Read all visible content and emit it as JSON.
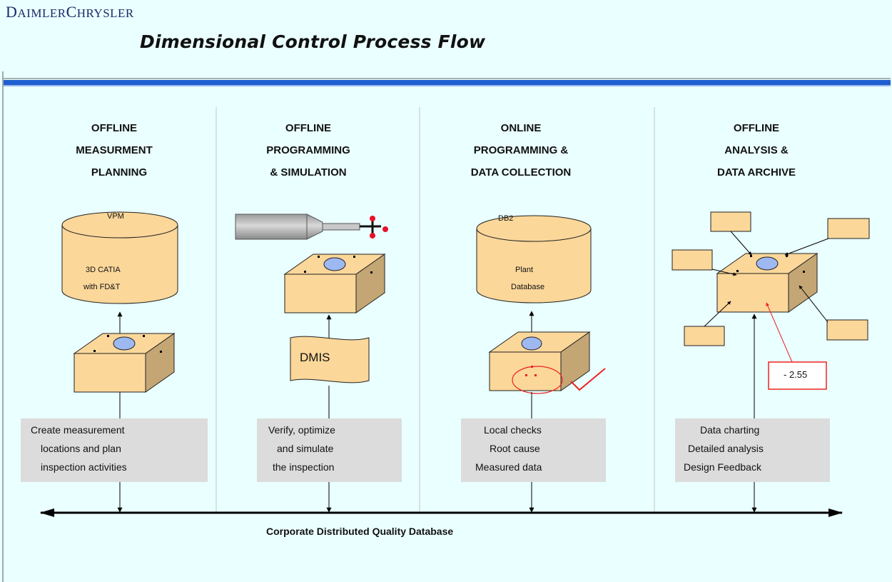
{
  "brand": {
    "first_cap": "D",
    "first_rest": "AIMLER",
    "second_cap": "C",
    "second_rest": "HRYSLER"
  },
  "title": "Dimensional Control Process Flow",
  "columns": [
    {
      "heading": [
        "OFFLINE",
        "MEASURMENT",
        "PLANNING"
      ],
      "db_top": "VPM",
      "db_body": [
        "3D CATIA",
        "with FD&T"
      ],
      "description": [
        "Create measurement",
        "locations and plan",
        "inspection activities"
      ]
    },
    {
      "heading": [
        "OFFLINE",
        "PROGRAMMING",
        "& SIMULATION"
      ],
      "doc_label": "DMIS",
      "description": [
        "Verify, optimize",
        "and simulate",
        "the inspection"
      ]
    },
    {
      "heading": [
        "ONLINE",
        "PROGRAMMING &",
        "DATA COLLECTION"
      ],
      "db_top": "DB2",
      "db_body": [
        "Plant",
        "Database"
      ],
      "description": [
        "Local checks",
        "Root cause",
        "Measured data"
      ]
    },
    {
      "heading": [
        "OFFLINE",
        "ANALYSIS &",
        "DATA ARCHIVE"
      ],
      "measured_value": "- 2.55",
      "description": [
        "Data charting",
        "Detailed analysis",
        "Design Feedback"
      ]
    }
  ],
  "database_label": "Corporate Distributed Quality Database",
  "colors": {
    "background": "#eaffff",
    "blue_bar": "#1e5fd0",
    "part_face": "#fbd79a",
    "part_side": "#c4a674",
    "hole": "#9eb8f2",
    "highlight": "#ee2222",
    "gray_box": "#dcdcdc"
  }
}
